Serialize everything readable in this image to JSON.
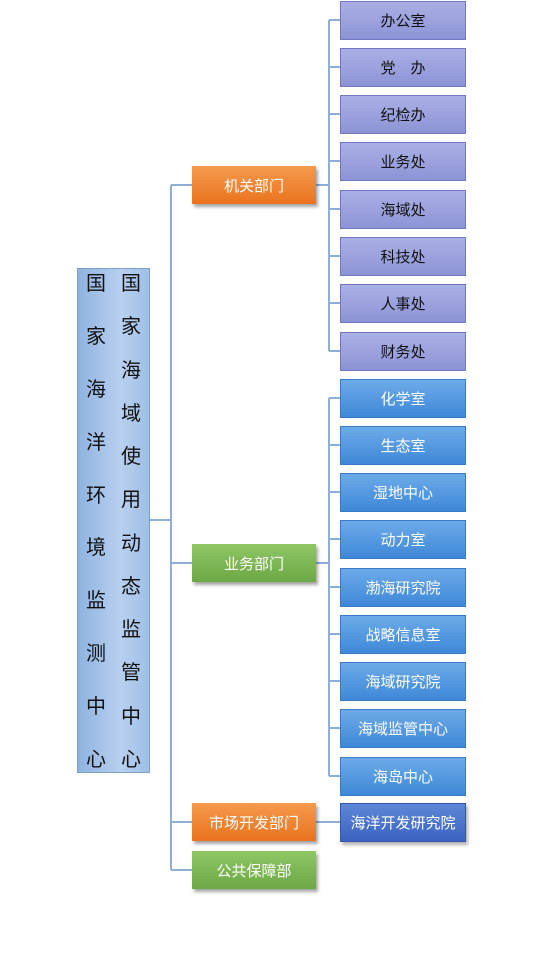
{
  "root": {
    "left_label": "国家海洋环境监测中心",
    "right_label": "国家海域使用动态监管中心"
  },
  "departments": [
    {
      "label": "机关部门",
      "children": [
        "办公室",
        "党　办",
        "纪检办",
        "业务处",
        "海域处",
        "科技处",
        "人事处",
        "财务处"
      ]
    },
    {
      "label": "业务部门",
      "children": [
        "化学室",
        "生态室",
        "湿地中心",
        "动力室",
        "渤海研究院",
        "战略信息室",
        "海域研究院",
        "海域监管中心",
        "海岛中心"
      ]
    },
    {
      "label": "市场开发部门",
      "children": [
        "海洋开发研究院"
      ]
    },
    {
      "label": "公共保障部",
      "children": []
    }
  ]
}
